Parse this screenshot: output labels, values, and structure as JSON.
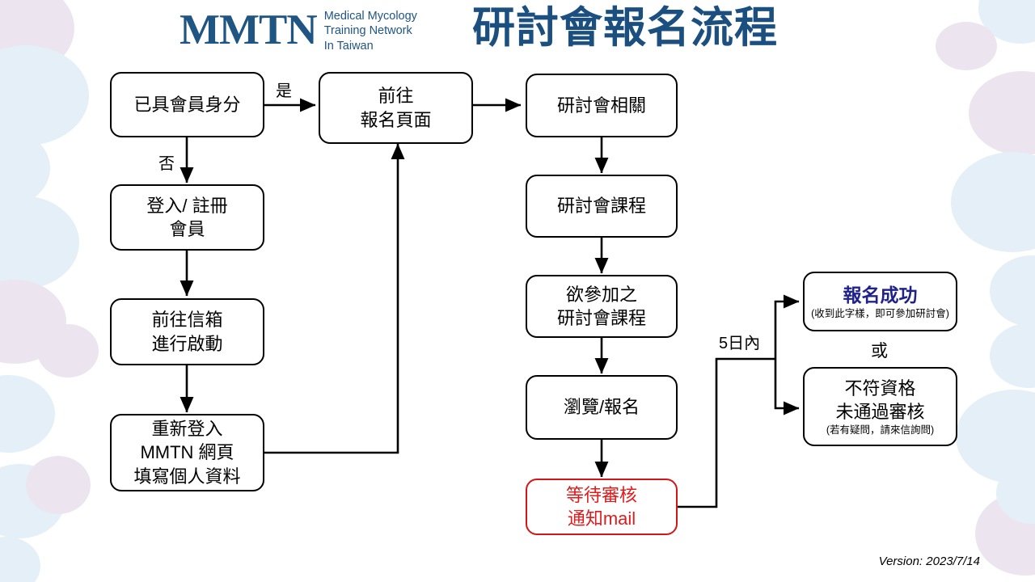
{
  "title": "研討會報名流程",
  "logo": {
    "mark": "MMTN",
    "line1": "Medical Mycology",
    "line2": "Training Network",
    "line3": "In Taiwan"
  },
  "colors": {
    "brand_blue": "#1f5582",
    "title_blue": "#1a4f80",
    "success_blue": "#20228c",
    "alert_red": "#e01b1b",
    "box_border": "#000000",
    "blob_blue": "#cfe2f3",
    "blob_purple": "#ddcfe3"
  },
  "nodes": {
    "member_check": {
      "line1": "已具會員身分"
    },
    "login_register": {
      "line1": "登入/ 註冊",
      "line2": "會員"
    },
    "mailbox_activate": {
      "line1": "前往信箱",
      "line2": "進行啟動"
    },
    "relogin_profile": {
      "line1": "重新登入",
      "line2": "MMTN 網頁",
      "line3": "填寫個人資料"
    },
    "go_signup_page": {
      "line1": "前往",
      "line2": "報名頁面"
    },
    "seminar_related": {
      "line1": "研討會相關"
    },
    "seminar_course": {
      "line1": "研討會課程"
    },
    "desired_course": {
      "line1": "欲參加之",
      "line2": "研討會課程"
    },
    "browse_signup": {
      "line1": "瀏覽/報名"
    },
    "await_review": {
      "line1": "等待審核",
      "line2": "通知mail"
    },
    "success": {
      "line1": "報名成功",
      "sub": "(收到此字樣，即可參加研討會)"
    },
    "rejected": {
      "line1": "不符資格",
      "line2": "未通過審核",
      "sub": "(若有疑問，請來信詢問)"
    }
  },
  "edge_labels": {
    "yes": "是",
    "no": "否",
    "within_5_days": "5日內",
    "or": "或"
  },
  "footer": {
    "version": "Version: 2023/7/14"
  }
}
